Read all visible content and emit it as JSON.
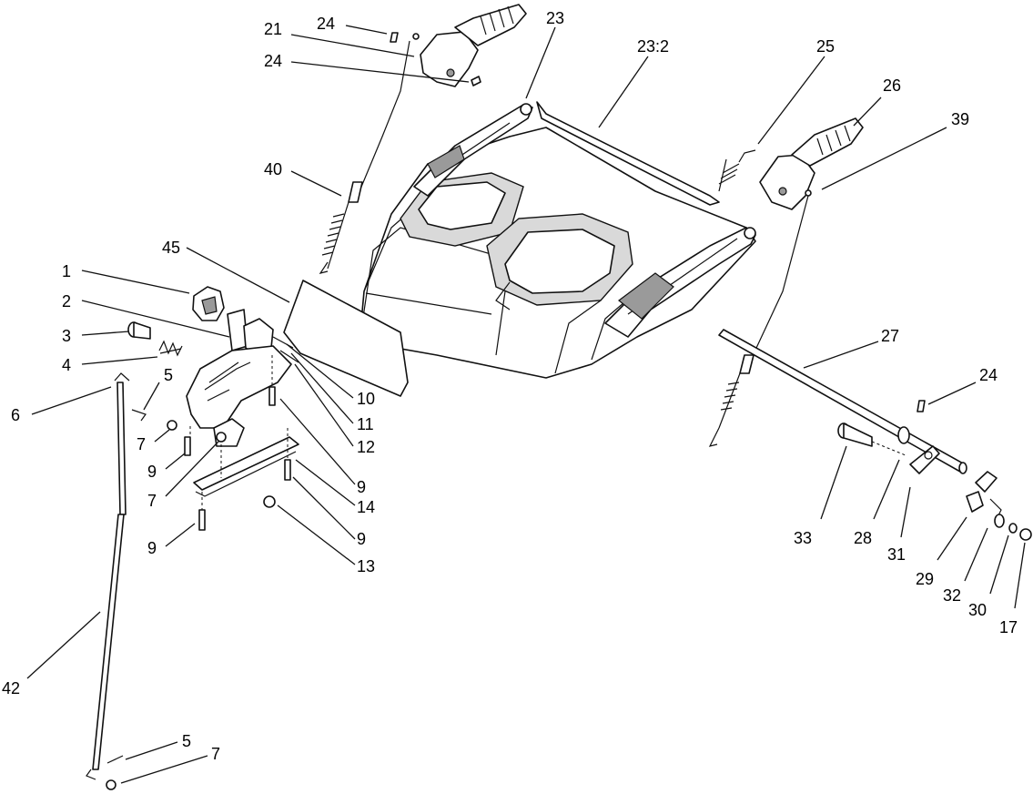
{
  "callouts": [
    {
      "id": "c1",
      "label": "1"
    },
    {
      "id": "c2",
      "label": "2"
    },
    {
      "id": "c3",
      "label": "3"
    },
    {
      "id": "c4",
      "label": "4"
    },
    {
      "id": "c5a",
      "label": "5"
    },
    {
      "id": "c6",
      "label": "6"
    },
    {
      "id": "c7a",
      "label": "7"
    },
    {
      "id": "c9a",
      "label": "9"
    },
    {
      "id": "c7b",
      "label": "7"
    },
    {
      "id": "c9b",
      "label": "9"
    },
    {
      "id": "c45",
      "label": "45"
    },
    {
      "id": "c10",
      "label": "10"
    },
    {
      "id": "c11",
      "label": "11"
    },
    {
      "id": "c12",
      "label": "12"
    },
    {
      "id": "c9c",
      "label": "9"
    },
    {
      "id": "c14",
      "label": "14"
    },
    {
      "id": "c9d",
      "label": "9"
    },
    {
      "id": "c13",
      "label": "13"
    },
    {
      "id": "c42",
      "label": "42"
    },
    {
      "id": "c5b",
      "label": "5"
    },
    {
      "id": "c7c",
      "label": "7"
    },
    {
      "id": "c21",
      "label": "21"
    },
    {
      "id": "c24a",
      "label": "24"
    },
    {
      "id": "c24b",
      "label": "24"
    },
    {
      "id": "c40",
      "label": "40"
    },
    {
      "id": "c23",
      "label": "23"
    },
    {
      "id": "c232",
      "label": "23:2"
    },
    {
      "id": "c25",
      "label": "25"
    },
    {
      "id": "c26",
      "label": "26"
    },
    {
      "id": "c39",
      "label": "39"
    },
    {
      "id": "c27",
      "label": "27"
    },
    {
      "id": "c24c",
      "label": "24"
    },
    {
      "id": "c33",
      "label": "33"
    },
    {
      "id": "c28",
      "label": "28"
    },
    {
      "id": "c31",
      "label": "31"
    },
    {
      "id": "c29",
      "label": "29"
    },
    {
      "id": "c32",
      "label": "32"
    },
    {
      "id": "c30",
      "label": "30"
    },
    {
      "id": "c17",
      "label": "17"
    }
  ]
}
